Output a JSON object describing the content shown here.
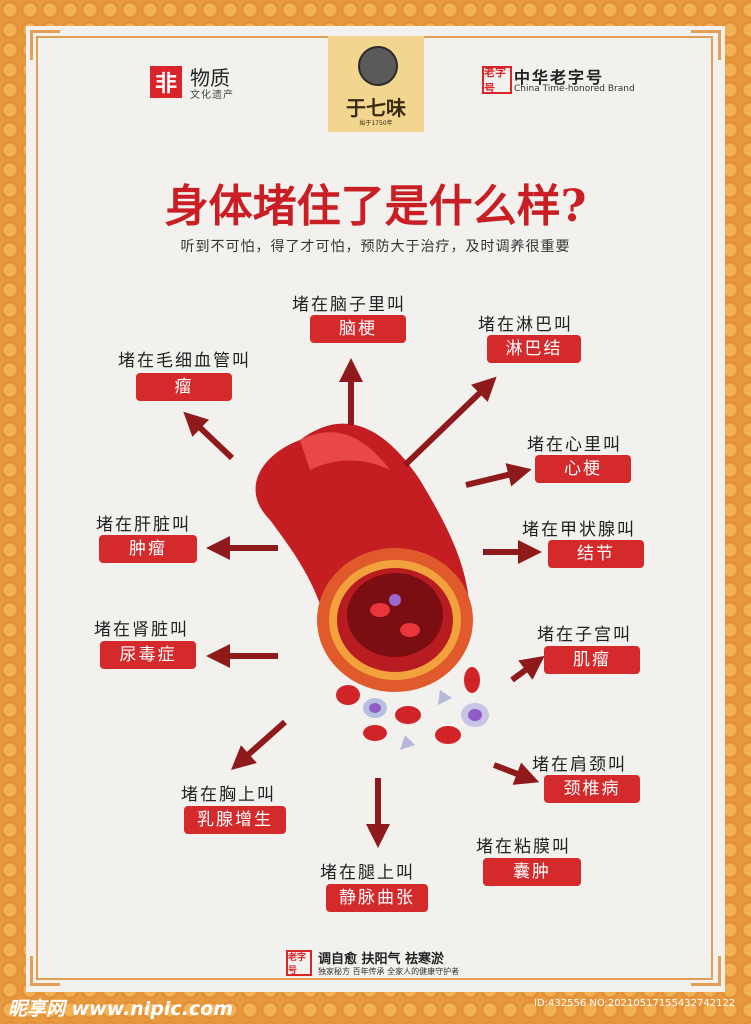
{
  "header": {
    "heritage_logo_char": "非",
    "heritage_title": "物质",
    "heritage_sub": "文化遗产",
    "brand_name": "于七味",
    "brand_sub": "始于1750年",
    "laozihao_logo": "老字号",
    "laozihao_title": "中华老字号",
    "laozihao_sub": "China Time-honored Brand"
  },
  "title": "身体堵住了是什么样?",
  "subtitle": "听到不可怕，得了才可怕，预防大于治疗，及时调养很重要",
  "items": [
    {
      "label": "堵在脑子里叫",
      "tag": "脑梗"
    },
    {
      "label": "堵在淋巴叫",
      "tag": "淋巴结"
    },
    {
      "label": "堵在毛细血管叫",
      "tag": "瘤"
    },
    {
      "label": "堵在心里叫",
      "tag": "心梗"
    },
    {
      "label": "堵在肝脏叫",
      "tag": "肿瘤"
    },
    {
      "label": "堵在甲状腺叫",
      "tag": "结节"
    },
    {
      "label": "堵在肾脏叫",
      "tag": "尿毒症"
    },
    {
      "label": "堵在子宫叫",
      "tag": "肌瘤"
    },
    {
      "label": "堵在胸上叫",
      "tag": "乳腺增生"
    },
    {
      "label": "堵在肩颈叫",
      "tag": "颈椎病"
    },
    {
      "label": "堵在粘膜叫",
      "tag": "囊肿"
    },
    {
      "label": "堵在腿上叫",
      "tag": "静脉曲张"
    }
  ],
  "footer": {
    "logo": "老字号",
    "main": "调自愈 扶阳气 祛寒淤",
    "sub": "独家秘方 百年传承 全家人的健康守护者"
  },
  "watermark": {
    "left": "昵享网 www.nipic.com",
    "right": "ID:432556 NO:20210517155432742122"
  },
  "colors": {
    "accent": "#d42a2c",
    "title": "#c81e24",
    "frame": "#e89a3c"
  }
}
